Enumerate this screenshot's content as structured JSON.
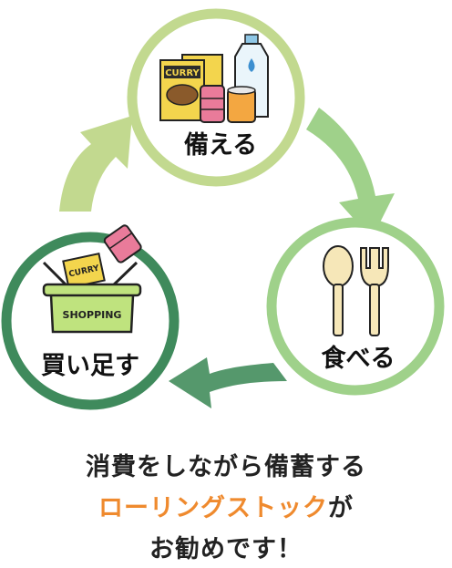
{
  "nodes": {
    "prepare": {
      "label": "備える"
    },
    "eat": {
      "label": "食べる"
    },
    "replenish": {
      "label": "買い足す"
    }
  },
  "illustrations": {
    "curry_box_label": "CURRY",
    "basket_label": "SHOPPING",
    "basket_curry_label": "CURRY"
  },
  "caption": {
    "line1": "消費をしながら備蓄する",
    "line2_highlight": "ローリングストック",
    "line2_suffix": "が",
    "line3": "お勧めです！"
  },
  "colors": {
    "ring_light": "#c2d98f",
    "ring_mid": "#9fd18a",
    "ring_dark": "#3f8a5c",
    "highlight_text": "#ef8a2e"
  },
  "icons": [
    "curry-box-icon",
    "water-bottle-icon",
    "canned-food-icon",
    "spoon-icon",
    "fork-icon",
    "shopping-basket-icon",
    "cycle-arrow-icon"
  ]
}
